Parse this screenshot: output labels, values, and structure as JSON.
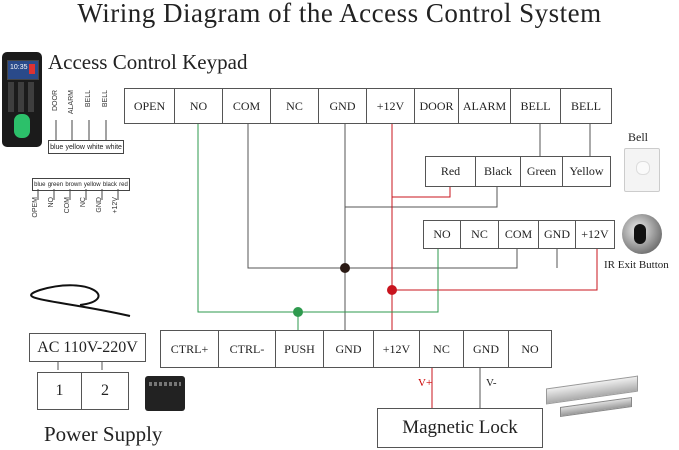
{
  "title": "Wiring Diagram of the Access Control System",
  "keypad": {
    "label": "Access Control Keypad",
    "screen_time": "10:35",
    "strip_top_labels": [
      "DOOR",
      "ALARM",
      "BELL",
      "BELL"
    ],
    "strip_top_colors": [
      "blue",
      "yellow",
      "white",
      "white"
    ],
    "strip_bottom_colors": [
      "blue",
      "green",
      "brown",
      "yellow",
      "black",
      "red"
    ],
    "strip_bottom_labels": [
      "OPEM",
      "NO",
      "COM",
      "NC",
      "GND",
      "+12V"
    ]
  },
  "terminal_top": [
    "OPEN",
    "NO",
    "COM",
    "NC",
    "GND",
    "+12V",
    "DOOR",
    "ALARM",
    "BELL",
    "BELL"
  ],
  "bell": {
    "label": "Bell",
    "terminals": [
      "Red",
      "Black",
      "Green",
      "Yellow"
    ]
  },
  "exit_button": {
    "label": "IR Exit Button",
    "terminals": [
      "NO",
      "NC",
      "COM",
      "GND",
      "+12V"
    ]
  },
  "power": {
    "voltage": "AC 110V-220V",
    "ports": [
      "1",
      "2"
    ],
    "label": "Power Supply"
  },
  "controller": {
    "terminals": [
      "CTRL+",
      "CTRL-",
      "PUSH",
      "GND",
      "+12V",
      "NC",
      "GND",
      "NO"
    ]
  },
  "lock": {
    "label": "Magnetic Lock",
    "v_plus": "V+",
    "v_minus": "V-"
  },
  "colors": {
    "green_wire": "#2e9a4e",
    "red_wire": "#c8141e",
    "dark_wire": "#555555",
    "node_dark": "#2a1a14"
  }
}
